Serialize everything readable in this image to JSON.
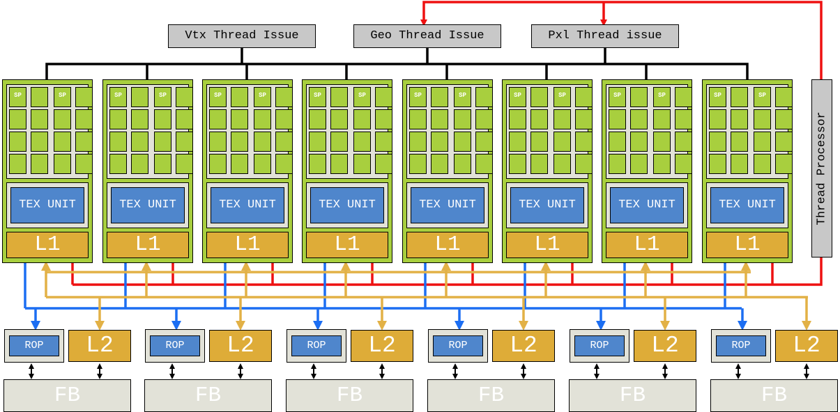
{
  "issuers": {
    "vtx": "Vtx Thread Issue",
    "geo": "Geo Thread Issue",
    "pxl": "Pxl Thread issue"
  },
  "thread_processor": "Thread Processor",
  "cluster_labels": {
    "sp": "SP",
    "tex": "TEX UNIT",
    "l1": "L1"
  },
  "cluster_count": 8,
  "partition_labels": {
    "rop": "ROP",
    "l2": "L2",
    "fb": "FB"
  },
  "partition_count": 6,
  "colors": {
    "cluster_green": "#a8cf3e",
    "tex_blue": "#4f86cc",
    "cache_gold": "#deac38",
    "panel_gray": "#e2e2d8",
    "issue_gray": "#c8c8c8",
    "wire_red": "#ee1111",
    "wire_blue": "#1c6ef2",
    "wire_gold": "#e2b146"
  }
}
